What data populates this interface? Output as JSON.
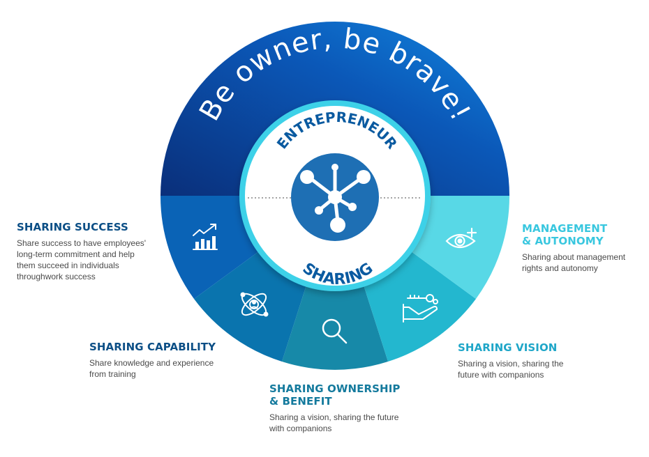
{
  "wheel": {
    "slogan": "Be owner, be brave!",
    "center_top": "ENTREPRENEUR",
    "center_bottom": "SHARING"
  },
  "segments": [
    {
      "key": "success",
      "title": "SHARING SUCCESS",
      "description": "Share success to have employees'\nlong-term commitment and help\nthem succeed in individuals\nthroughwork success",
      "icon": "growth-chart-icon",
      "color": "#0a63b6"
    },
    {
      "key": "capability",
      "title": "SHARING CAPABILITY",
      "description": "Share knowledge and experience\nfrom training",
      "icon": "atom-people-icon",
      "color": "#0a74ae"
    },
    {
      "key": "ownership",
      "title": "SHARING OWNERSHIP\n & BENEFIT",
      "description": "Sharing a vision, sharing the future\nwith companions",
      "icon": "magnifier-icon",
      "color": "#1789a8"
    },
    {
      "key": "vision",
      "title": "SHARING VISION",
      "description": "Sharing a vision, sharing the\nfuture with companions",
      "icon": "key-hand-icon",
      "color": "#23b7cf"
    },
    {
      "key": "management",
      "title": "MANAGEMENT\n& AUTONOMY",
      "description": "Sharing about management\nrights  and autonomy",
      "icon": "eye-plus-icon",
      "color": "#58d8e6"
    }
  ],
  "colors": {
    "title_dark": "#0c4f86",
    "title_light": "#1fa6c8",
    "title_cyan": "#39c7df",
    "center_text": "#0a5aa0",
    "hub_blue": "#1e6fb4",
    "ring_cyan": "#3ed1e8"
  }
}
